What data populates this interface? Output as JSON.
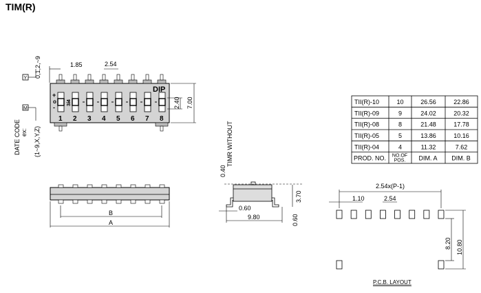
{
  "title": "TIM(R)",
  "top_view": {
    "dim_pitch_edge": "1.85",
    "dim_pitch": "2.54",
    "dim_switch": "2.40",
    "dim_height": "7.00",
    "brand": "DIP",
    "switch_labels": [
      "+",
      "o",
      "-"
    ],
    "code_label": "3/4",
    "positions": [
      "1",
      "2",
      "3",
      "4",
      "5",
      "6",
      "7",
      "8"
    ]
  },
  "date_code": {
    "box_y": "Y",
    "box_m": "M",
    "y_range": "0,1,2,~9",
    "label": "DATE  CODE",
    "ex": "ex:",
    "m_range": "(1~9,X,Y,Z)"
  },
  "front_view": {
    "dim_b": "B",
    "dim_a": "A"
  },
  "side_view": {
    "dim_top": "0.40",
    "note": "TIMR  WITHOUT",
    "dim_pin": "0.60",
    "dim_width": "9.80",
    "dim_height": "3.70",
    "dim_standoff": "0.60"
  },
  "table": {
    "rows": [
      [
        "TII(R)-10",
        "10",
        "26.56",
        "22.86"
      ],
      [
        "TII(R)-09",
        "9",
        "24.02",
        "20.32"
      ],
      [
        "TII(R)-08",
        "8",
        "21.48",
        "17.78"
      ],
      [
        "TII(R)-05",
        "5",
        "13.86",
        "10.16"
      ],
      [
        "TII(R)-04",
        "4",
        "11.32",
        "7.62"
      ]
    ],
    "header": [
      "PROD. NO.",
      "NO.OF",
      "POS.",
      "DIM.  A",
      "DIM.  B"
    ]
  },
  "pcb": {
    "dim_span": "2.54x(P-1)",
    "dim_pad": "1.10",
    "dim_pitch": "2.54",
    "dim_inner": "8.20",
    "dim_outer": "10.80",
    "label": "P.C.B.  LAYOUT"
  }
}
